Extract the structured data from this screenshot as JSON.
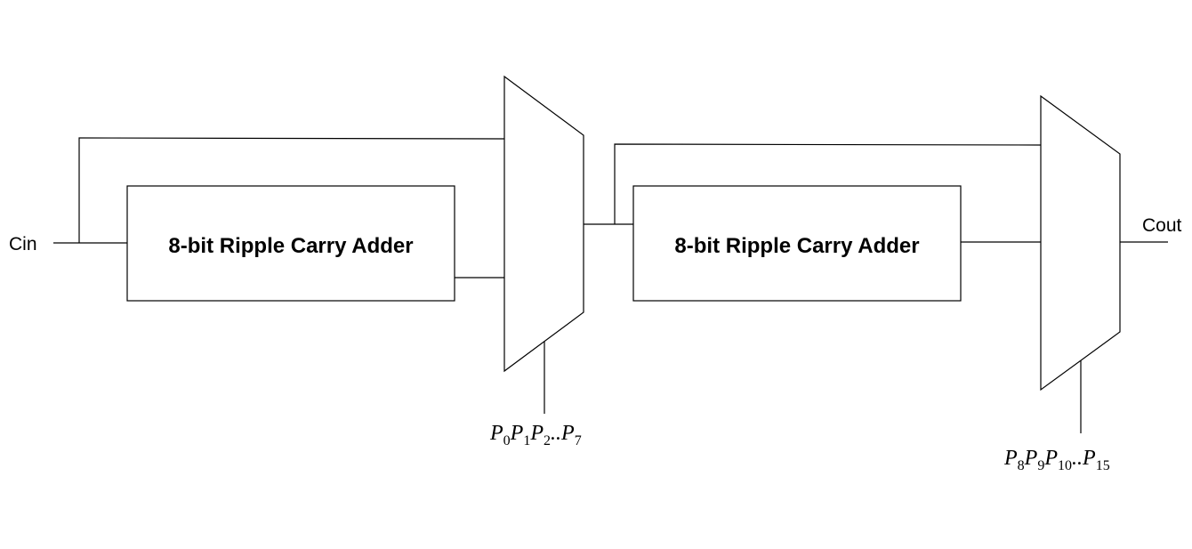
{
  "diagram": {
    "ports": {
      "input": "Cin",
      "output": "Cout"
    },
    "blocks": [
      {
        "label": "8-bit Ripple Carry Adder"
      },
      {
        "label": "8-bit Ripple Carry Adder"
      }
    ],
    "mux_selects": [
      {
        "terms": [
          {
            "base": "P",
            "sub": "0"
          },
          {
            "base": "P",
            "sub": "1"
          },
          {
            "base": "P",
            "sub": "2"
          },
          {
            "base": "..",
            "sub": ""
          },
          {
            "base": "P",
            "sub": "7"
          }
        ]
      },
      {
        "terms": [
          {
            "base": "P",
            "sub": "8"
          },
          {
            "base": "P",
            "sub": "9"
          },
          {
            "base": "P",
            "sub": "10"
          },
          {
            "base": "..",
            "sub": ""
          },
          {
            "base": "P",
            "sub": "15"
          }
        ]
      }
    ]
  }
}
